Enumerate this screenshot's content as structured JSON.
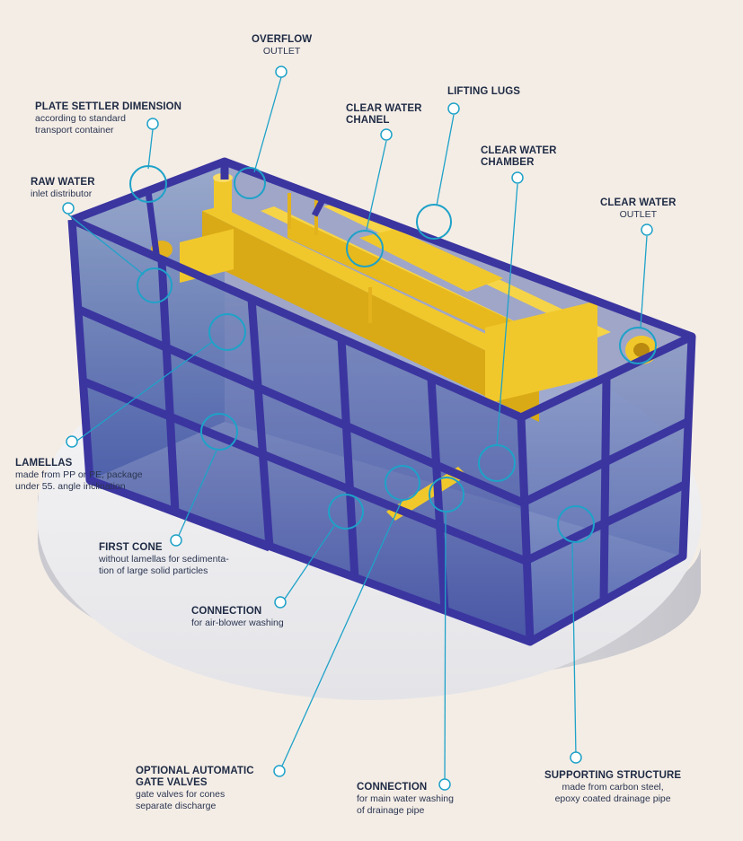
{
  "colors": {
    "background": "#f4ede6",
    "frame": "#3b35a0",
    "glass": "#6f86b5",
    "yellow": "#f1c82b",
    "callout": "#1ea2c8",
    "platform": "#eeeef0",
    "text": "#1e2a44"
  },
  "labels": {
    "overflow": {
      "title": "OVERFLOW",
      "sub": "OUTLET"
    },
    "plate_settler": {
      "title": "PLATE SETTLER DIMENSION",
      "sub1": "according to standard",
      "sub2": "transport container"
    },
    "clear_water_chanel": {
      "title1": "CLEAR WATER",
      "title2": "CHANEL"
    },
    "lifting_lugs": {
      "title": "LIFTING LUGS"
    },
    "clear_water_chamber": {
      "title1": "CLEAR WATER",
      "title2": "CHAMBER"
    },
    "raw_water": {
      "title": "RAW WATER",
      "sub": "inlet distributor"
    },
    "clear_water_outlet": {
      "title": "CLEAR WATER",
      "sub": "OUTLET"
    },
    "lamellas": {
      "title": "LAMELLAS",
      "sub1": "made from PP or PE, package",
      "sub2": "under 55. angle inclination"
    },
    "first_cone": {
      "title": "FIRST CONE",
      "sub1": "without lamellas for sedimenta-",
      "sub2": "tion of large solid particles"
    },
    "connection_air": {
      "title": "CONNECTION",
      "sub": "for air-blower washing"
    },
    "gate_valves": {
      "title1": "OPTIONAL AUTOMATIC",
      "title2": "GATE VALVES",
      "sub1": "gate valves for cones",
      "sub2": "separate discharge"
    },
    "connection_main": {
      "title": "CONNECTION",
      "sub1": "for main water washing",
      "sub2": "of drainage pipe"
    },
    "supporting": {
      "title": "SUPPORTING STRUCTURE",
      "sub1": "made from carbon steel,",
      "sub2": "epoxy coated drainage  pipe"
    }
  }
}
